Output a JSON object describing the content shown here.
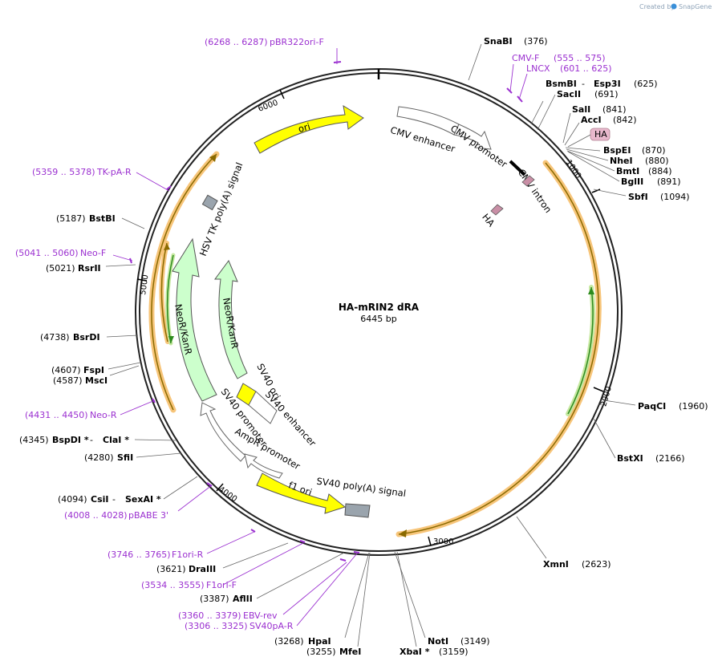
{
  "header": {
    "created_by": "Created by",
    "brand": "SnapGene"
  },
  "plasmid": {
    "name": "HA-mRIN2 dRA",
    "length": "6445 bp"
  },
  "ticks": [
    "1000",
    "2000",
    "3000",
    "4000",
    "5000",
    "6000"
  ],
  "enzymes": [
    {
      "name": "SnaBI",
      "pos": "(376)"
    },
    {
      "name": "BsmBI",
      "sep": " - ",
      "name2": "Esp3I",
      "pos": "(625)"
    },
    {
      "name": "SacII",
      "pos": "(691)"
    },
    {
      "name": "SalI",
      "pos": "(841)"
    },
    {
      "name": "AccI",
      "pos": "(842)"
    },
    {
      "name": "BspEI",
      "pos": "(870)"
    },
    {
      "name": "NheI",
      "pos": "(880)"
    },
    {
      "name": "BmtI",
      "pos": "(884)"
    },
    {
      "name": "BglII",
      "pos": "(891)"
    },
    {
      "name": "SbfI",
      "pos": "(1094)"
    },
    {
      "name": "PaqCI",
      "pos": "(1960)"
    },
    {
      "name": "BstXI",
      "pos": "(2166)"
    },
    {
      "name": "XmnI",
      "pos": "(2623)"
    },
    {
      "name": "NotI",
      "pos": "(3149)"
    },
    {
      "name": "XbaI *",
      "pos": "(3159)"
    },
    {
      "name": "HpaI",
      "pos": "(3268)"
    },
    {
      "name": "MfeI",
      "pos": "(3255)"
    },
    {
      "name": "AflII",
      "pos": "(3387)"
    },
    {
      "name": "DraIII",
      "pos": "(3621)"
    },
    {
      "name": "CsiI",
      "sep": " - ",
      "name2": "SexAI *",
      "pos": "(4094)"
    },
    {
      "name": "SfiI",
      "pos": "(4280)"
    },
    {
      "name": "BspDI *",
      "sep": " - ",
      "name2": "ClaI *",
      "pos": "(4345)"
    },
    {
      "name": "MscI",
      "pos": "(4587)"
    },
    {
      "name": "FspI",
      "pos": "(4607)"
    },
    {
      "name": "BsrDI",
      "pos": "(4738)"
    },
    {
      "name": "RsrII",
      "pos": "(5021)"
    },
    {
      "name": "BstBI",
      "pos": "(5187)"
    }
  ],
  "primers": [
    {
      "name": "CMV-F",
      "range": "(555 .. 575)"
    },
    {
      "name": "LNCX",
      "range": "(601 .. 625)"
    },
    {
      "name": "pBR322ori-F",
      "range": "(6268 .. 6287)"
    },
    {
      "name": "TK-pA-R",
      "range": "(5359 .. 5378)"
    },
    {
      "name": "Neo-F",
      "range": "(5041 .. 5060)"
    },
    {
      "name": "Neo-R",
      "range": "(4431 .. 4450)"
    },
    {
      "name": "pBABE 3'",
      "range": "(4008 .. 4028)"
    },
    {
      "name": "F1ori-R",
      "range": "(3746 .. 3765)"
    },
    {
      "name": "F1ori-F",
      "range": "(3534 .. 3555)"
    },
    {
      "name": "EBV-rev",
      "range": "(3360 .. 3379)"
    },
    {
      "name": "SV40pA-R",
      "range": "(3306 .. 3325)"
    }
  ],
  "features": {
    "ori": "ori",
    "cmv_enhancer": "CMV enhancer",
    "cmv_promoter": "CMV promoter",
    "cmv_intron": "CMV intron",
    "ha_inner": "HA",
    "ha_box": "HA",
    "hsv_tk": "HSV TK poly(A) signal",
    "neo_outer": "NeoR/KanR",
    "neo_inner": "NeoR/KanR",
    "sv40_ori": "SV40 ori",
    "sv40_enhancer": "SV40 enhancer",
    "sv40_promoter": "SV40 promoter",
    "ampr_promoter": "AmpR promoter",
    "f1_ori": "f1 ori",
    "sv40_polya": "SV40 poly(A) signal"
  },
  "colors": {
    "yellow": "#ffff00",
    "orange_halo": "#f7c57a",
    "orf_line": "#8a6a00",
    "green_halo": "#c6e8a0",
    "green_line": "#2e8b1e",
    "neo_fill": "#ccffcc",
    "primer_purple": "#9b30d0",
    "ha_fill": "#c98fa6",
    "grey_box": "#9aa4ad"
  }
}
